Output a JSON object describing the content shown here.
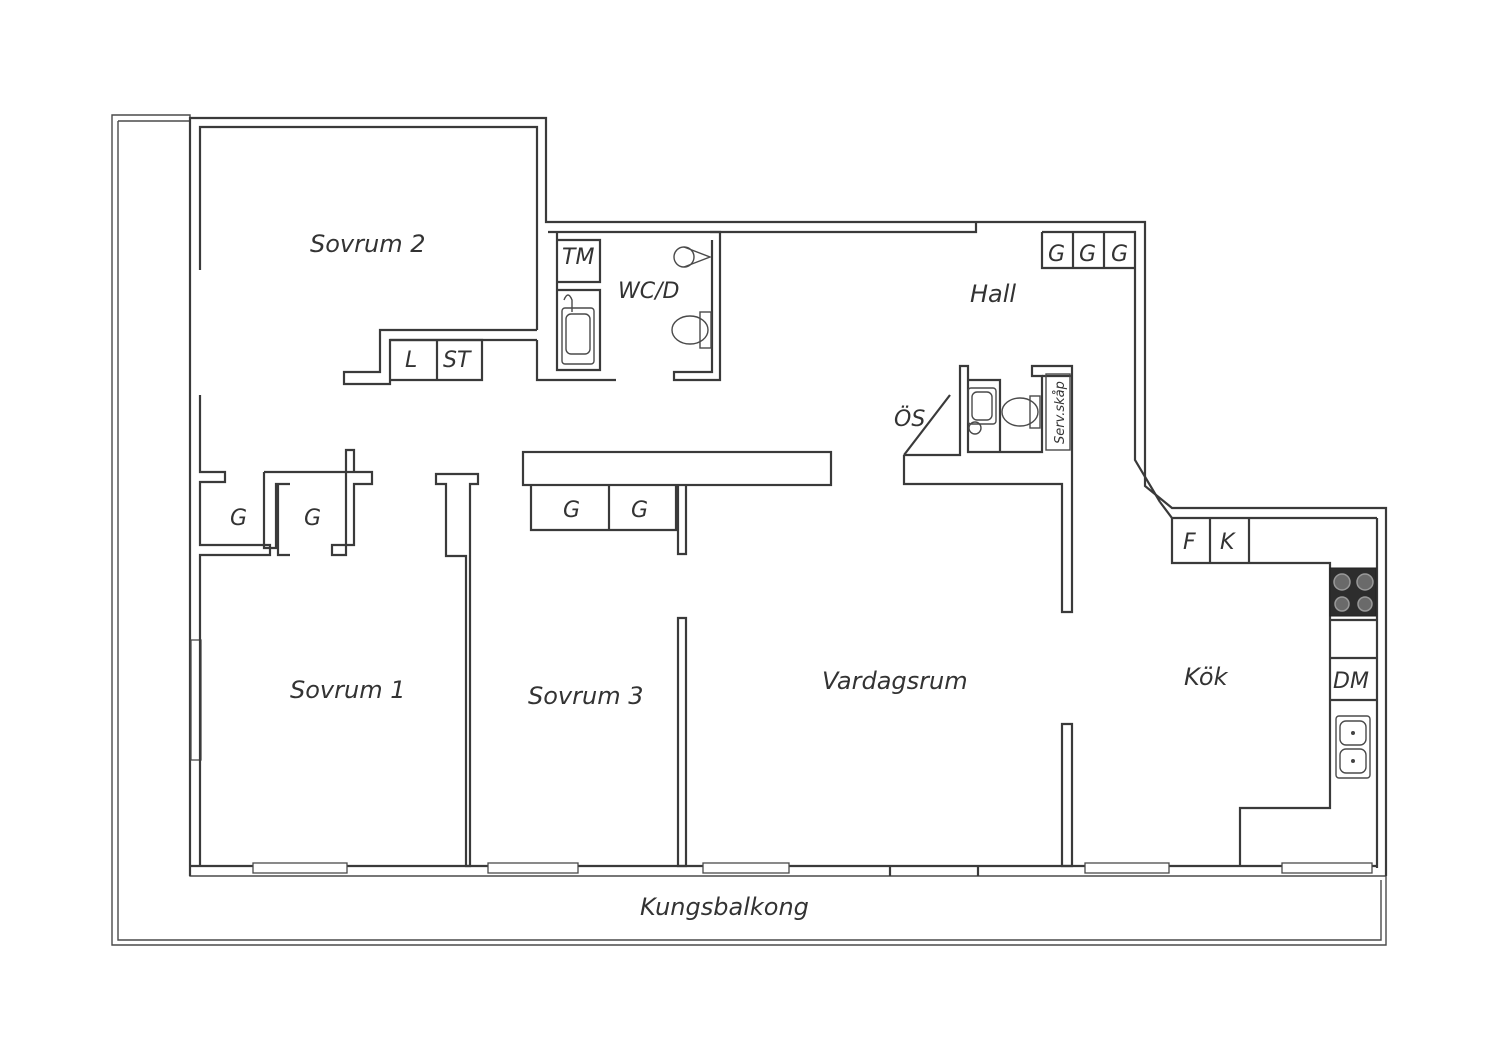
{
  "rooms": {
    "sovrum2": "Sovrum 2",
    "wcd": "WC/D",
    "tm": "TM",
    "hall": "Hall",
    "l": "L",
    "st": "ST",
    "os": "ÖS",
    "servskap": "Serv.skåp",
    "sovrum1": "Sovrum 1",
    "sovrum3": "Sovrum 3",
    "vardagsrum": "Vardagsrum",
    "kok": "Kök",
    "dm": "DM",
    "f": "F",
    "k": "K",
    "kungsbalkong": "Kungsbalkong"
  },
  "closets": {
    "g_hall_1": "G",
    "g_hall_2": "G",
    "g_hall_3": "G",
    "g_left_1": "G",
    "g_left_2": "G",
    "g_mid_1": "G",
    "g_mid_2": "G"
  }
}
